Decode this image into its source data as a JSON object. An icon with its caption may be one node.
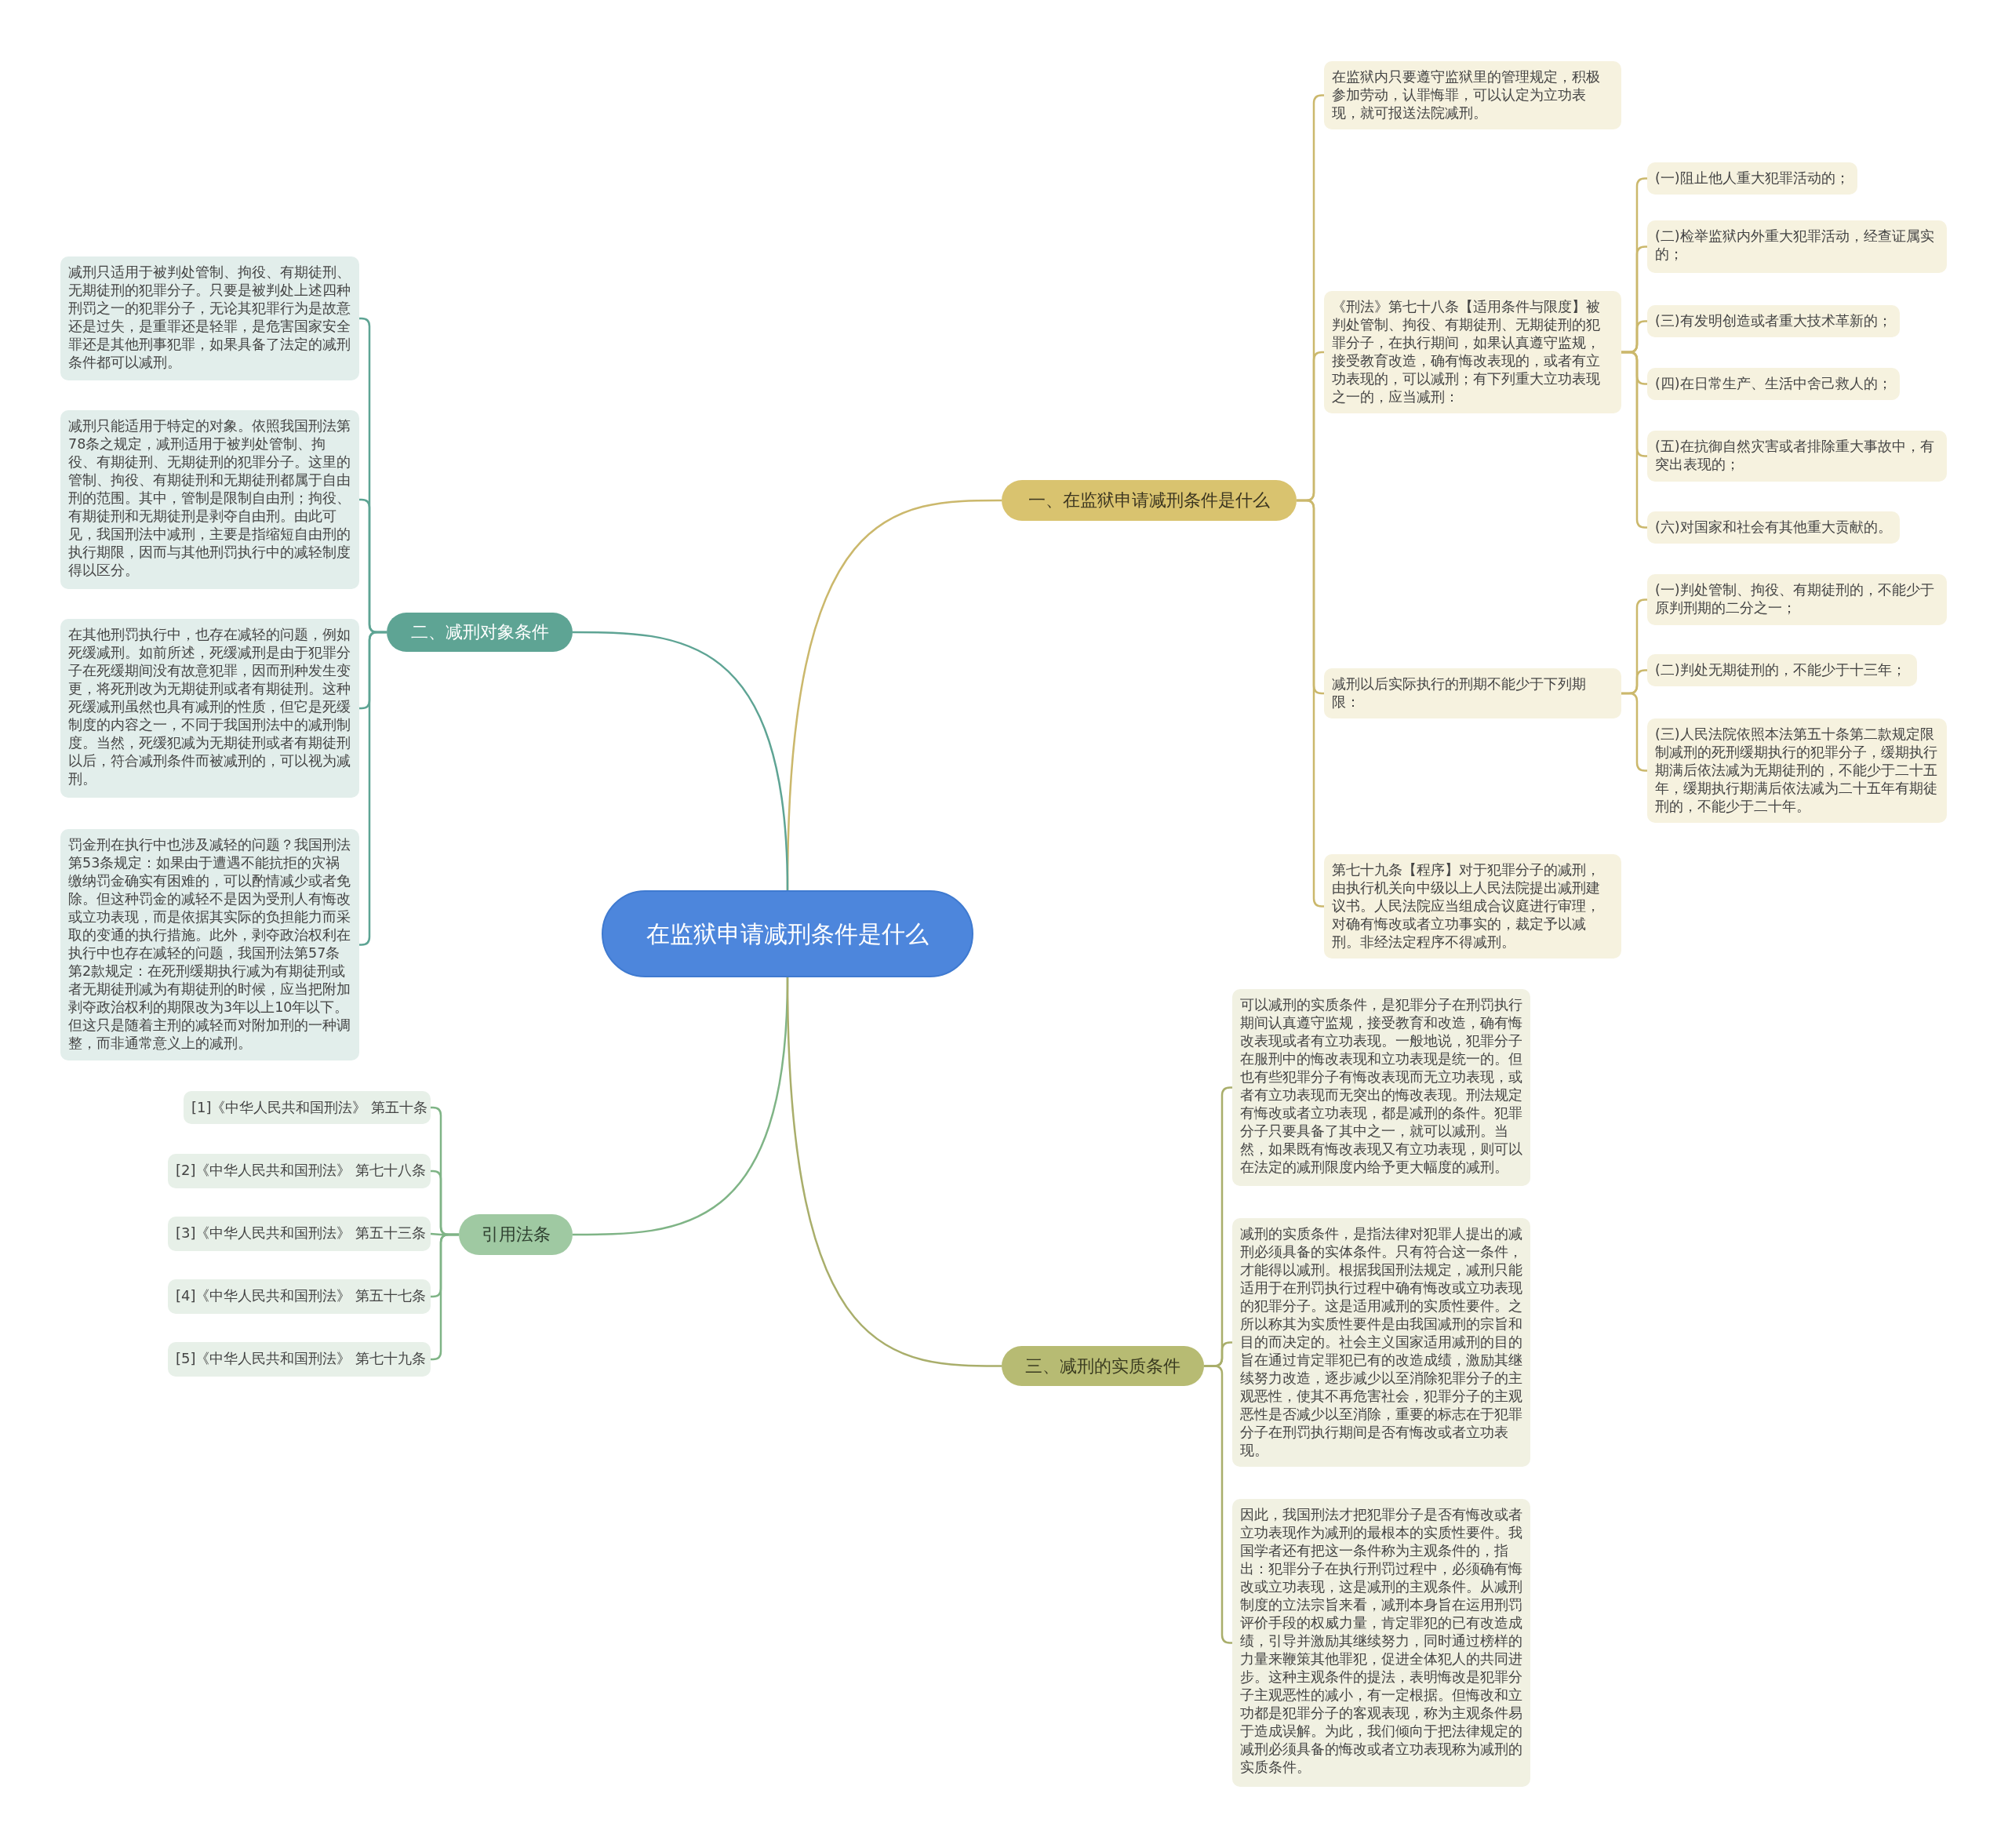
{
  "diagram": {
    "nodes": [
      {
        "text": [
          "在监狱申请减刑条件是什么"
        ]
      },
      {
        "text": [
          "一、在监狱申请减刑条件是什么"
        ]
      },
      {
        "text": [
          "在监狱内只要遵守监狱里的管理规定，积极参加劳动，认罪悔罪，可以认定为立功表现，就可报送法院减刑。"
        ]
      },
      {
        "text": [
          "《刑法》第七十八条【适用条件与限度】被判处管制、拘役、有期徒刑、无期徒刑的犯罪分子，在执行期间，如果认真遵守监规，接受教育改造，确有悔改表现的，或者有立功表现的，可以减刑；有下列重大立功表现之一的，应当减刑："
        ]
      },
      {
        "text": [
          "(一)阻止他人重大犯罪活动的；"
        ]
      },
      {
        "text": [
          "(二)检举监狱内外重大犯罪活动，经查证属实的；"
        ]
      },
      {
        "text": [
          "(三)有发明创造或者重大技术革新的；"
        ]
      },
      {
        "text": [
          "(四)在日常生产、生活中舍己救人的；"
        ]
      },
      {
        "text": [
          "(五)在抗御自然灾害或者排除重大事故中，有突出表现的；"
        ]
      },
      {
        "text": [
          "(六)对国家和社会有其他重大贡献的。"
        ]
      },
      {
        "text": [
          "减刑以后实际执行的刑期不能少于下列期限："
        ]
      },
      {
        "text": [
          "(一)判处管制、拘役、有期徒刑的，不能少于原判刑期的二分之一；"
        ]
      },
      {
        "text": [
          "(二)判处无期徒刑的，不能少于十三年；"
        ]
      },
      {
        "text": [
          "(三)人民法院依照本法第五十条第二款规定限制减刑的死刑缓期执行的犯罪分子，缓期执行期满后依法减为无期徒刑的，不能少于二十五年，缓期执行期满后依法减为二十五年有期徒刑的，不能少于二十年。"
        ]
      },
      {
        "text": [
          "第七十九条【程序】对于犯罪分子的减刑，由执行机关向中级以上人民法院提出减刑建议书。人民法院应当组成合议庭进行审理，对确有悔改或者立功事实的，裁定予以减刑。非经法定程序不得减刑。"
        ]
      },
      {
        "text": [
          "二、减刑对象条件"
        ]
      },
      {
        "text": [
          "减刑只适用于被判处管制、拘役、有期徒刑、无期徒刑的犯罪分子。只要是被判处上述四种刑罚之一的犯罪分子，无论其犯罪行为是故意还是过失，是重罪还是轻罪，是危害国家安全罪还是其他刑事犯罪，如果具备了法定的减刑条件都可以减刑。"
        ]
      },
      {
        "text": [
          "减刑只能适用于特定的对象。依照我国刑法第78条之规定，减刑适用于被判处管制、拘役、有期徒刑、无期徒刑的犯罪分子。这里的管制、拘役、有期徒刑和无期徒刑都属于自由刑的范围。其中，管制是限制自由刑；拘役、有期徒刑和无期徒刑是剥夺自由刑。由此可见，我国刑法中减刑，主要是指缩短自由刑的执行期限，因而与其他刑罚执行中的减轻制度得以区分。"
        ]
      },
      {
        "text": [
          "在其他刑罚执行中，也存在减轻的问题，例如死缓减刑。如前所述，死缓减刑是由于犯罪分子在死缓期间没有故意犯罪，因而刑种发生变更，将死刑改为无期徒刑或者有期徒刑。这种死缓减刑虽然也具有减刑的性质，但它是死缓制度的内容之一，不同于我国刑法中的减刑制度。当然，死缓犯减为无期徒刑或者有期徒刑以后，符合减刑条件而被减刑的，可以视为减刑。"
        ]
      },
      {
        "text": [
          "罚金刑在执行中也涉及减轻的问题？我国刑法第53条规定：如果由于遭遇不能抗拒的灾祸缴纳罚金确实有困难的，可以酌情减少或者免除。但这种罚金的减轻不是因为受刑人有悔改或立功表现，而是依据其实际的负担能力而采取的变通的执行措施。此外，剥夺政治权利在执行中也存在减轻的问题，我国刑法第57条第2款规定：在死刑缓期执行减为有期徒刑或者无期徒刑减为有期徒刑的时候，应当把附加剥夺政治权利的期限改为3年以上10年以下。但这只是随着主刑的减轻而对附加刑的一种调整，而非通常意义上的减刑。"
        ]
      },
      {
        "text": [
          "引用法条"
        ]
      },
      {
        "text": [
          "[1]《中华人民共和国刑法》 第五十条"
        ]
      },
      {
        "text": [
          "[2]《中华人民共和国刑法》 第七十八条"
        ]
      },
      {
        "text": [
          "[3]《中华人民共和国刑法》 第五十三条"
        ]
      },
      {
        "text": [
          "[4]《中华人民共和国刑法》 第五十七条"
        ]
      },
      {
        "text": [
          "[5]《中华人民共和国刑法》 第七十九条"
        ]
      },
      {
        "text": [
          "三、减刑的实质条件"
        ]
      },
      {
        "text": [
          "可以减刑的实质条件，是犯罪分子在刑罚执行期间认真遵守监规，接受教育和改造，确有悔改表现或者有立功表现。一般地说，犯罪分子在服刑中的悔改表现和立功表现是统一的。但也有些犯罪分子有悔改表现而无立功表现，或者有立功表现而无突出的悔改表现。刑法规定有悔改或者立功表现，都是减刑的条件。犯罪分子只要具备了其中之一，就可以减刑。当然，如果既有悔改表现又有立功表现，则可以在法定的减刑限度内给予更大幅度的减刑。"
        ]
      },
      {
        "text": [
          "减刑的实质条件，是指法律对犯罪人提出的减刑必须具备的实体条件。只有符合这一条件，才能得以减刑。根据我国刑法规定，减刑只能适用于在刑罚执行过程中确有悔改或立功表现的犯罪分子。这是适用减刑的实质性要件。之所以称其为实质性要件是由我国减刑的宗旨和目的而决定的。社会主义国家适用减刑的目的旨在通过肯定罪犯已有的改造成绩，激励其继续努力改造，逐步减少以至消除犯罪分子的主观恶性，使其不再危害社会，犯罪分子的主观恶性是否减少以至消除，重要的标志在于犯罪分子在刑罚执行期间是否有悔改或者立功表现。"
        ]
      },
      {
        "text": [
          "因此，我国刑法才把犯罪分子是否有悔改或者立功表现作为减刑的最根本的实质性要件。我国学者还有把这一条件称为主观条件的，指出：犯罪分子在执行刑罚过程中，必须确有悔改或立功表现，这是减刑的主观条件。从减刑制度的立法宗旨来看，减刑本身旨在运用刑罚评价手段的权威力量，肯定罪犯的已有改造成绩，引导并激励其继续努力，同时通过榜样的力量来鞭策其他罪犯，促进全体犯人的共同进步。这种主观条件的提法，表明悔改是犯罪分子主观恶性的减小，有一定根据。但悔改和立功都是犯罪分子的客观表现，称为主观条件易于造成误解。为此，我们倾向于把法律规定的减刑必须具备的悔改或者立功表现称为减刑的实质条件。"
        ]
      }
    ],
    "edges": [
      {
        "from": 0,
        "to": 1,
        "arrow": "none"
      },
      {
        "from": 1,
        "to": 2,
        "arrow": "none"
      },
      {
        "from": 1,
        "to": 3,
        "arrow": "none"
      },
      {
        "from": 3,
        "to": 4,
        "arrow": "none"
      },
      {
        "from": 3,
        "to": 5,
        "arrow": "none"
      },
      {
        "from": 3,
        "to": 6,
        "arrow": "none"
      },
      {
        "from": 3,
        "to": 7,
        "arrow": "none"
      },
      {
        "from": 3,
        "to": 8,
        "arrow": "none"
      },
      {
        "from": 3,
        "to": 9,
        "arrow": "none"
      },
      {
        "from": 1,
        "to": 10,
        "arrow": "none"
      },
      {
        "from": 10,
        "to": 11,
        "arrow": "none"
      },
      {
        "from": 10,
        "to": 12,
        "arrow": "none"
      },
      {
        "from": 10,
        "to": 13,
        "arrow": "none"
      },
      {
        "from": 1,
        "to": 14,
        "arrow": "none"
      },
      {
        "from": 0,
        "to": 15,
        "arrow": "none",
        "color": "#5ea494"
      },
      {
        "from": 15,
        "to": 16,
        "arrow": "none",
        "color": "#5ea494"
      },
      {
        "from": 15,
        "to": 17,
        "arrow": "none",
        "color": "#5ea494"
      },
      {
        "from": 15,
        "to": 18,
        "arrow": "none",
        "color": "#5ea494"
      },
      {
        "from": 15,
        "to": 19,
        "arrow": "none",
        "color": "#5ea494"
      },
      {
        "from": 0,
        "to": 20,
        "arrow": "none",
        "color": "#7fb486"
      },
      {
        "from": 20,
        "to": 21,
        "arrow": "none",
        "color": "#7fb486"
      },
      {
        "from": 20,
        "to": 22,
        "arrow": "none",
        "color": "#7fb486"
      },
      {
        "from": 20,
        "to": 23,
        "arrow": "none",
        "color": "#7fb486"
      },
      {
        "from": 20,
        "to": 24,
        "arrow": "none",
        "color": "#7fb486"
      },
      {
        "from": 20,
        "to": 25,
        "arrow": "none",
        "color": "#7fb486"
      },
      {
        "from": 0,
        "to": 26,
        "arrow": "none",
        "color": "#a9ae6b"
      },
      {
        "from": 26,
        "to": 27,
        "arrow": "none",
        "color": "#a9ae6b"
      },
      {
        "from": 26,
        "to": 28,
        "arrow": "none",
        "color": "#a9ae6b"
      },
      {
        "from": 26,
        "to": 29,
        "arrow": "none",
        "color": "#a9ae6b"
      }
    ]
  }
}
